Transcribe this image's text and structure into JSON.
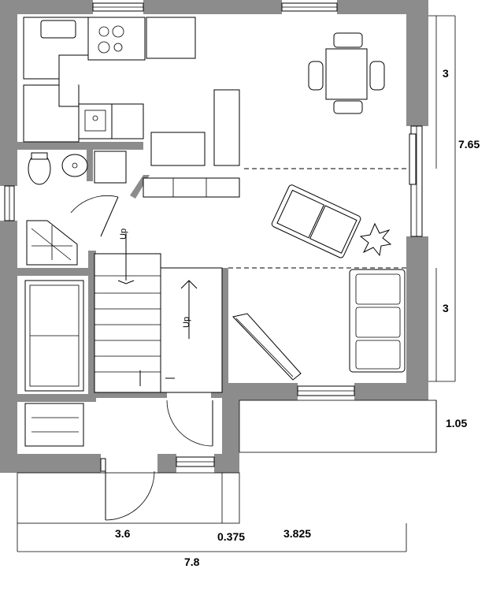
{
  "dimensions": {
    "total_width": "7.8",
    "left_width": "3.6",
    "middle_width": "0.375",
    "right_width": "3.825",
    "right_height": "7.65",
    "upper_room": "3",
    "lower_room": "3",
    "porch": "1.05"
  },
  "stairs": {
    "upper_label": "Up",
    "lower_label": "Up"
  }
}
